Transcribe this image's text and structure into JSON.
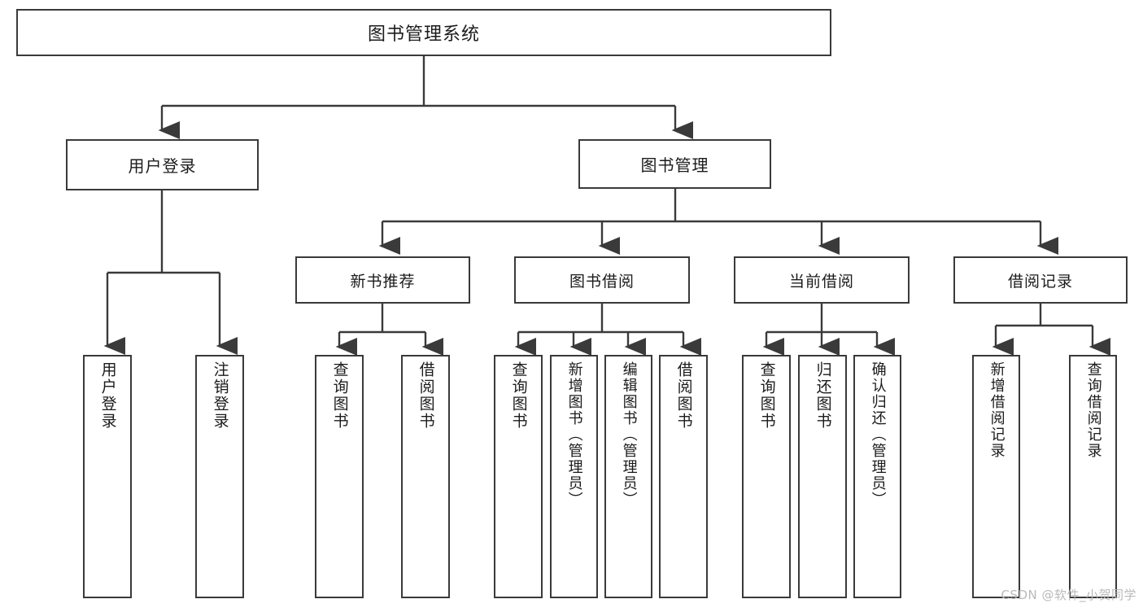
{
  "diagram": {
    "title": "图书管理系统",
    "type": "tree",
    "root": {
      "label": "图书管理系统"
    },
    "level1": [
      {
        "label": "用户登录"
      },
      {
        "label": "图书管理"
      }
    ],
    "level2": [
      {
        "label": "新书推荐"
      },
      {
        "label": "图书借阅"
      },
      {
        "label": "当前借阅"
      },
      {
        "label": "借阅记录"
      }
    ],
    "leaves": {
      "user_login": [
        {
          "label": "用户登录"
        },
        {
          "label": "注销登录"
        }
      ],
      "new_book": [
        {
          "label": "查询图书"
        },
        {
          "label": "借阅图书"
        }
      ],
      "book_borrow": [
        {
          "label": "查询图书"
        },
        {
          "label": "新增图书（管理员）"
        },
        {
          "label": "编辑图书（管理员）"
        },
        {
          "label": "借阅图书"
        }
      ],
      "current_borrow": [
        {
          "label": "查询图书"
        },
        {
          "label": "归还图书"
        },
        {
          "label": "确认归还（管理员）"
        }
      ],
      "borrow_record": [
        {
          "label": "新增借阅记录"
        },
        {
          "label": "查询借阅记录"
        }
      ]
    }
  },
  "watermark": {
    "text": "CSDN @软件_小贺同学"
  },
  "colors": {
    "border": "#3a3a3a",
    "text": "#1b1b1b",
    "background": "#ffffff",
    "watermark": "#b9b9b9"
  }
}
